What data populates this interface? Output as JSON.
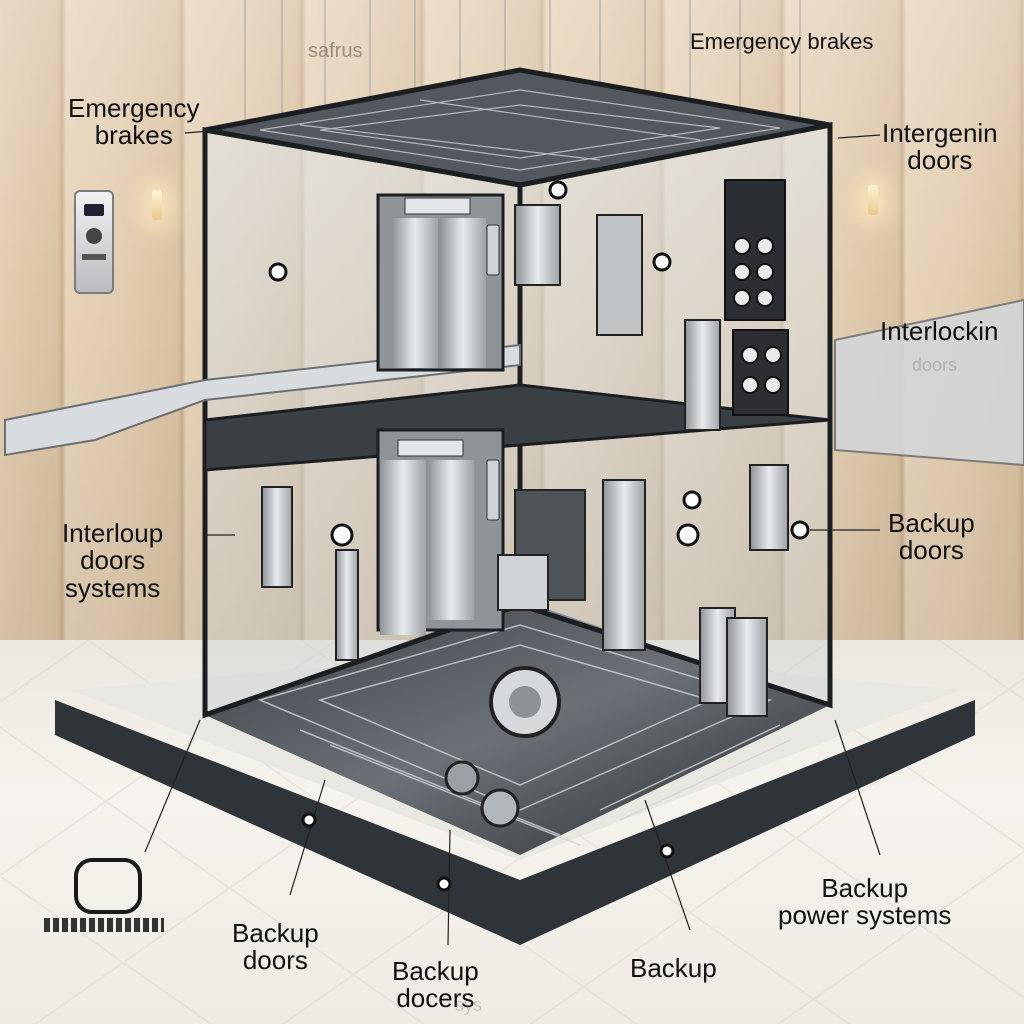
{
  "labels": {
    "top_center": "safrus",
    "top_right": "Emergency brakes",
    "left_upper": "Emergency\nbrakes",
    "right_upper": "Intergenin\ndoors",
    "right_mid": "Interlockin",
    "right_mid_ghost": "doors",
    "left_mid": "Interloup\ndoors\nsystems",
    "right_lower": "Backup\ndoors",
    "bottom_left": "Backup\ndoors",
    "bottom_center": "Backup\ndocers",
    "bottom_center_ghost": "sys",
    "bottom_right_center": "Backup",
    "bottom_right": "Backup\npower systems"
  },
  "icons": {
    "wall_panel": "elevator-call-panel-icon",
    "logo": "company-logo-icon",
    "lamps": "wall-sconce-icon"
  },
  "colors": {
    "steel": "#b8bcc0",
    "frame": "#1c1f22",
    "text": "#111111"
  }
}
